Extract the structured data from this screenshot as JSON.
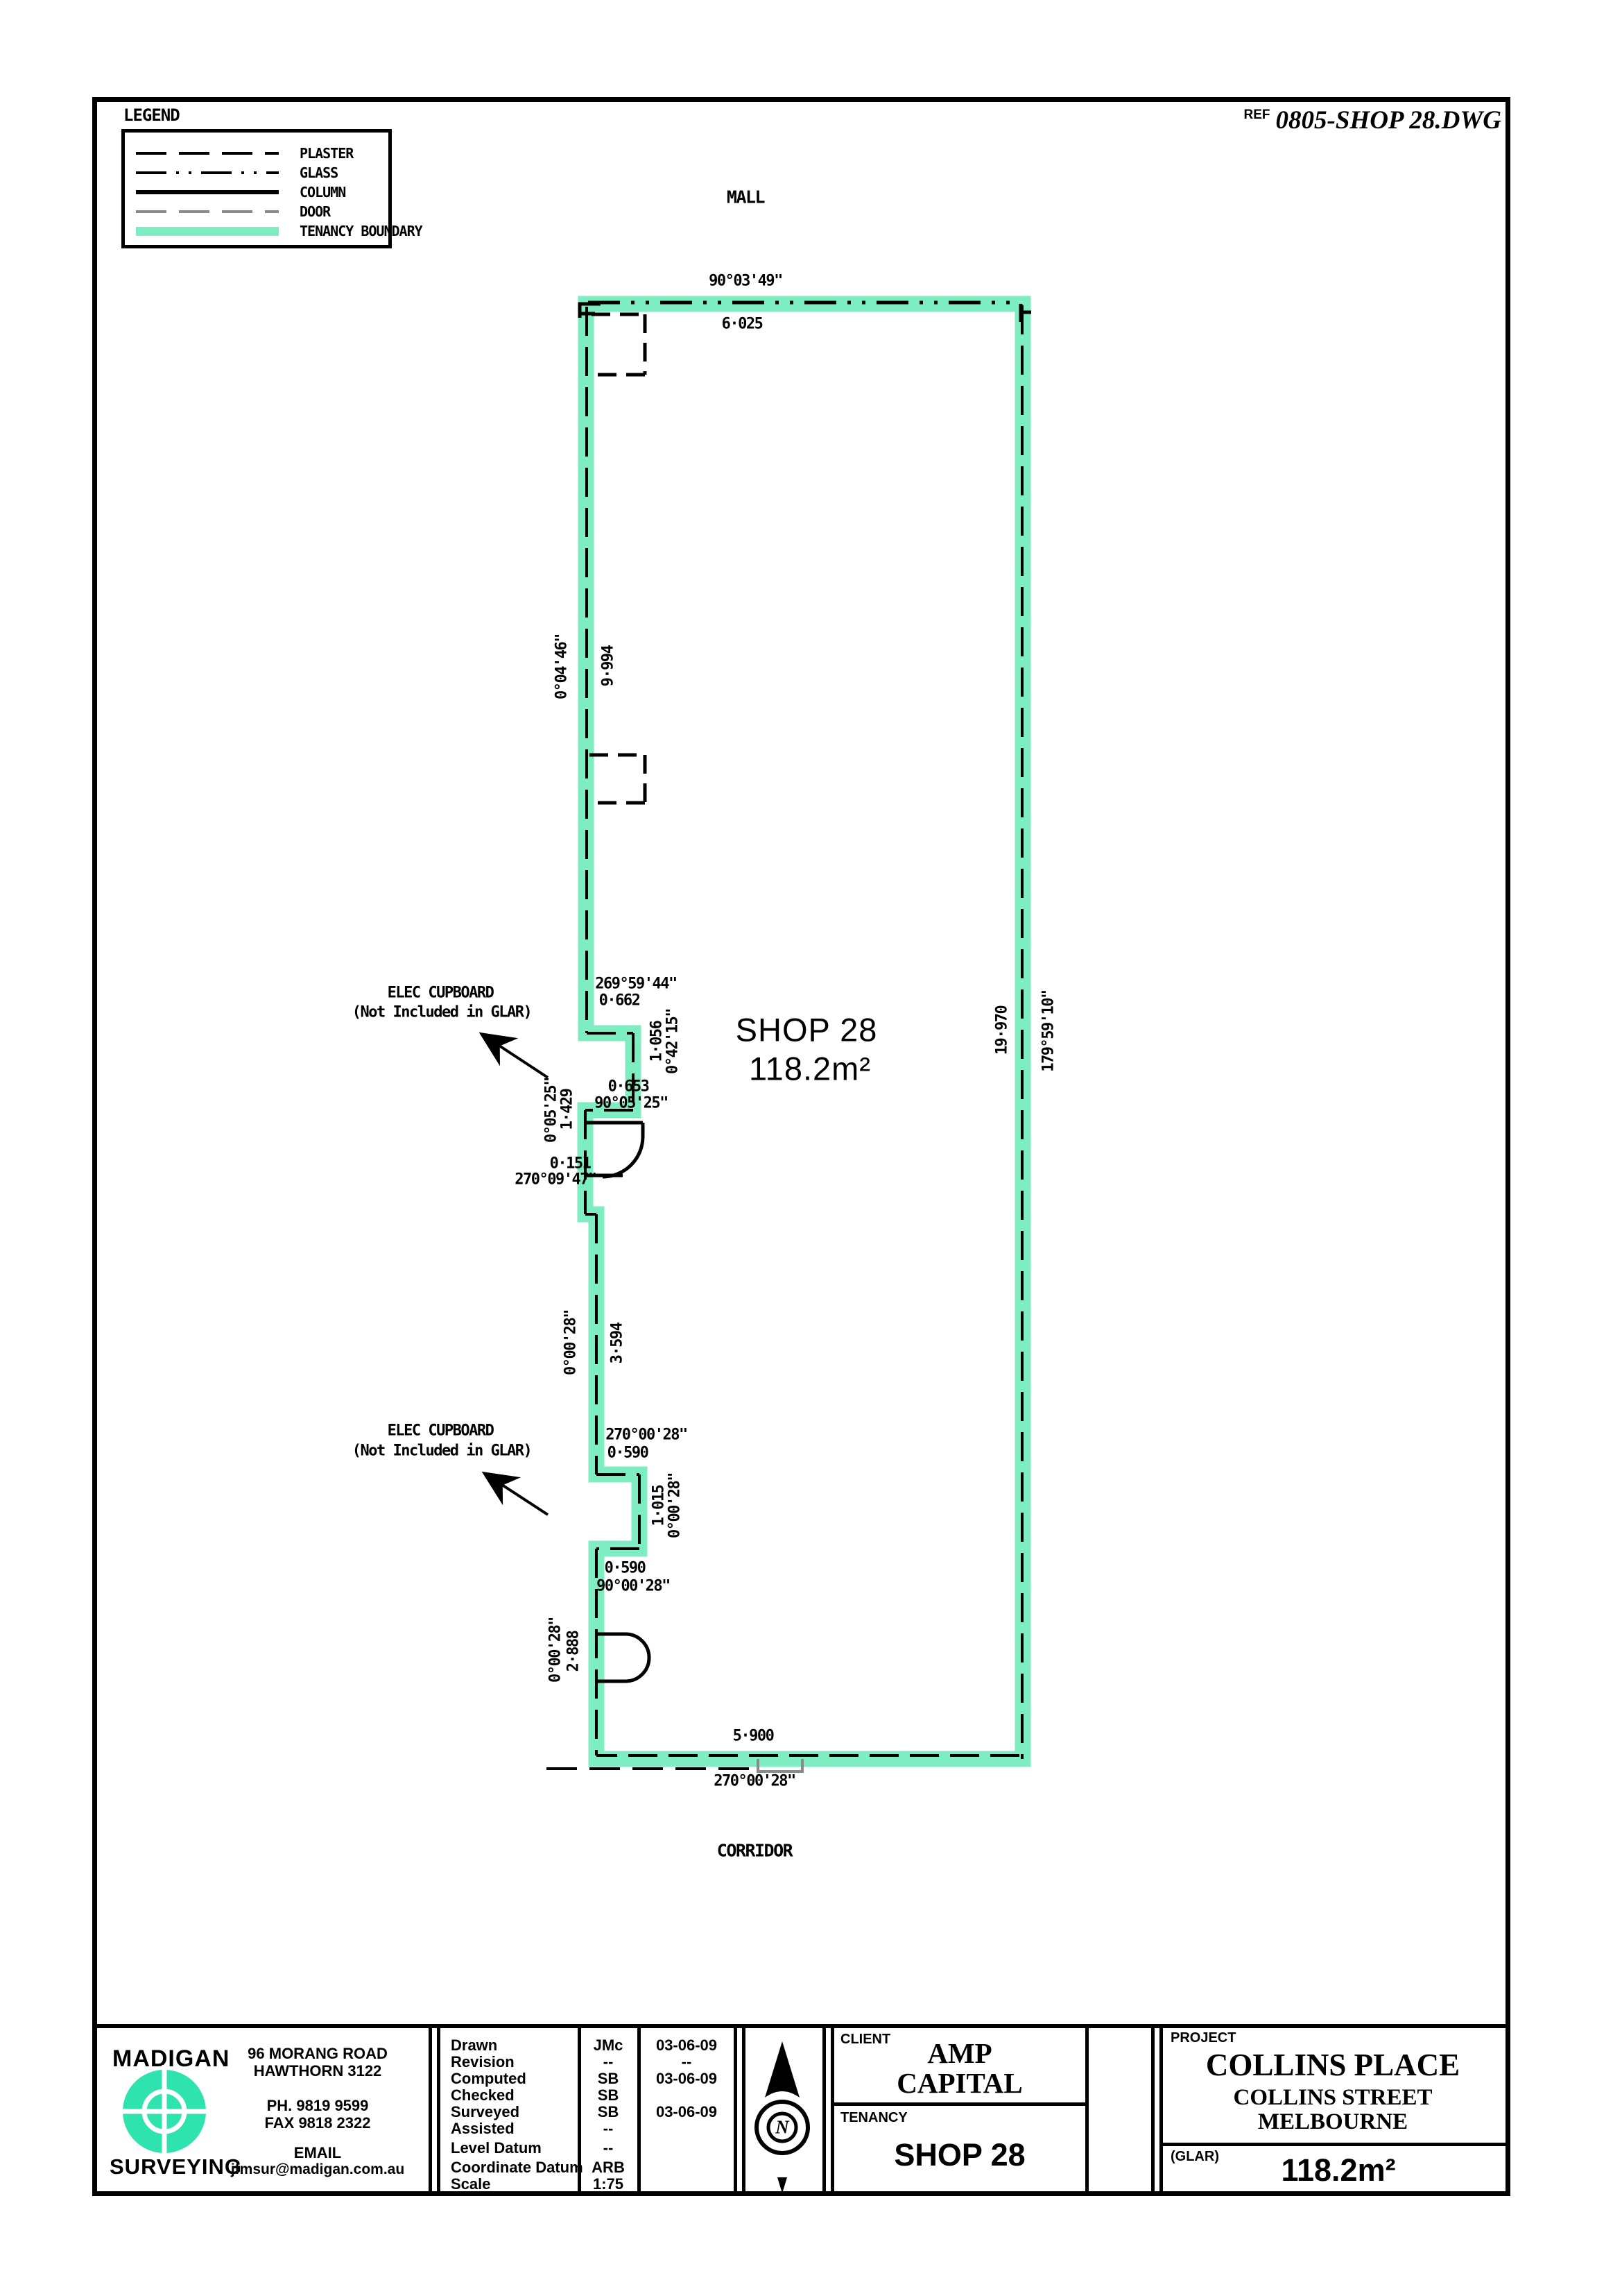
{
  "page": {
    "ref_label": "REF",
    "ref_value": "0805-SHOP 28.DWG"
  },
  "legend": {
    "title": "LEGEND",
    "items": [
      {
        "name": "plaster",
        "label": "PLASTER"
      },
      {
        "name": "glass",
        "label": "GLASS"
      },
      {
        "name": "column",
        "label": "COLUMN"
      },
      {
        "name": "door",
        "label": "DOOR"
      },
      {
        "name": "tenancy-boundary",
        "label": "TENANCY  BOUNDARY"
      }
    ]
  },
  "colors": {
    "tenancy_boundary": "#7eeec2",
    "logo_teal": "#2ee3ae",
    "door_gray": "#8a8a8a"
  },
  "plan": {
    "zone_top": "MALL",
    "zone_bottom": "CORRIDOR",
    "area_label": {
      "name": "SHOP 28",
      "area": "118.2m²"
    },
    "elec1": {
      "line1": "ELEC CUPBOARD",
      "line2": "(Not Included in GLAR)"
    },
    "elec2": {
      "line1": "ELEC CUPBOARD",
      "line2": "(Not Included in GLAR)"
    },
    "dims": {
      "top_bearing": "90°03'49\"",
      "top_dist": "6·025",
      "left_bearing": "0°04'46\"",
      "left_dist": "9·994",
      "right_dist": "19·970",
      "right_bearing": "179°59'10\"",
      "cup1_bearing": "269°59'44\"",
      "cup1_dist": "0·662",
      "cup1_side_dist": "1·056",
      "cup1_side_bearing": "0°42'15\"",
      "cup1_bot_dist": "0·653",
      "cup1_bot_bearing": "90°05'25\"",
      "seg1_bearing": "0°05'25\"",
      "seg1_dist": "1·429",
      "step_dist": "0·151",
      "step_bearing": "270°09'47\"",
      "seg2_bearing": "0°00'28\"",
      "seg2_dist": "3·594",
      "cup2_bearing": "270°00'28\"",
      "cup2_dist": "0·590",
      "cup2_side_dist": "1·015",
      "cup2_side_bearing": "0°00'28\"",
      "cup2_bot_dist": "0·590",
      "cup2_bot_bearing": "90°00'28\"",
      "seg3_bearing": "0°00'28\"",
      "seg3_dist": "2·888",
      "bot_dist": "5·900",
      "bot_bearing": "270°00'28\""
    }
  },
  "titleblock": {
    "firm": {
      "name": "MADIGAN",
      "type": "SURVEYING",
      "address_line1": "96 MORANG ROAD",
      "address_line2": "HAWTHORN 3122",
      "phone": "PH. 9819 9599",
      "fax": "FAX 9818 2322",
      "email_label": "EMAIL",
      "email": "jfmsur@madigan.com.au"
    },
    "table": {
      "rows": [
        {
          "label": "Drawn",
          "initials": "JMc",
          "date": "03-06-09"
        },
        {
          "label": "Revision",
          "initials": "--",
          "date": "--"
        },
        {
          "label": "Computed",
          "initials": "SB",
          "date": "03-06-09"
        },
        {
          "label": "Checked",
          "initials": "SB",
          "date": ""
        },
        {
          "label": "Surveyed",
          "initials": "SB",
          "date": "03-06-09"
        },
        {
          "label": "Assisted",
          "initials": "--",
          "date": ""
        },
        {
          "label": "Level Datum",
          "initials": "--",
          "date": ""
        },
        {
          "label": "Coordinate Datum",
          "initials": "ARB",
          "date": ""
        },
        {
          "label": "Scale",
          "initials": "1:75",
          "date": ""
        }
      ]
    },
    "north_label": "N",
    "client": {
      "label": "CLIENT",
      "line1": "AMP",
      "line2": "CAPITAL"
    },
    "tenancy": {
      "label": "TENANCY",
      "value": "SHOP 28"
    },
    "project": {
      "label": "PROJECT",
      "name": "COLLINS PLACE",
      "addr1": "COLLINS STREET",
      "addr2": "MELBOURNE"
    },
    "glar": {
      "label": "(GLAR)",
      "value": "118.2m²"
    }
  }
}
